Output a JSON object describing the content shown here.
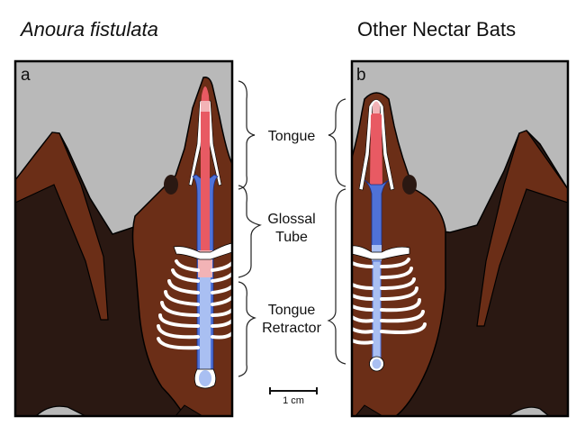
{
  "titles": {
    "left": "Anoura fistulata",
    "right": "Other Nectar Bats"
  },
  "panels": {
    "a": {
      "letter": "a"
    },
    "b": {
      "letter": "b"
    }
  },
  "labels": {
    "tongue": "Tongue",
    "glossal_tube_line1": "Glossal",
    "glossal_tube_line2": "Tube",
    "tongue_retractor_line1": "Tongue",
    "tongue_retractor_line2": "Retractor"
  },
  "scale_bar": {
    "label": "1 cm"
  },
  "colors": {
    "background_sky": "#b9b9b9",
    "body_brown": "#6b2e17",
    "dark_brown": "#2a1812",
    "tongue_red": "#e85a63",
    "tongue_pink": "#f2b3b6",
    "glossal_blue": "#4f72d8",
    "retractor_lightblue": "#a9bff2",
    "bone_white": "#ffffff"
  }
}
